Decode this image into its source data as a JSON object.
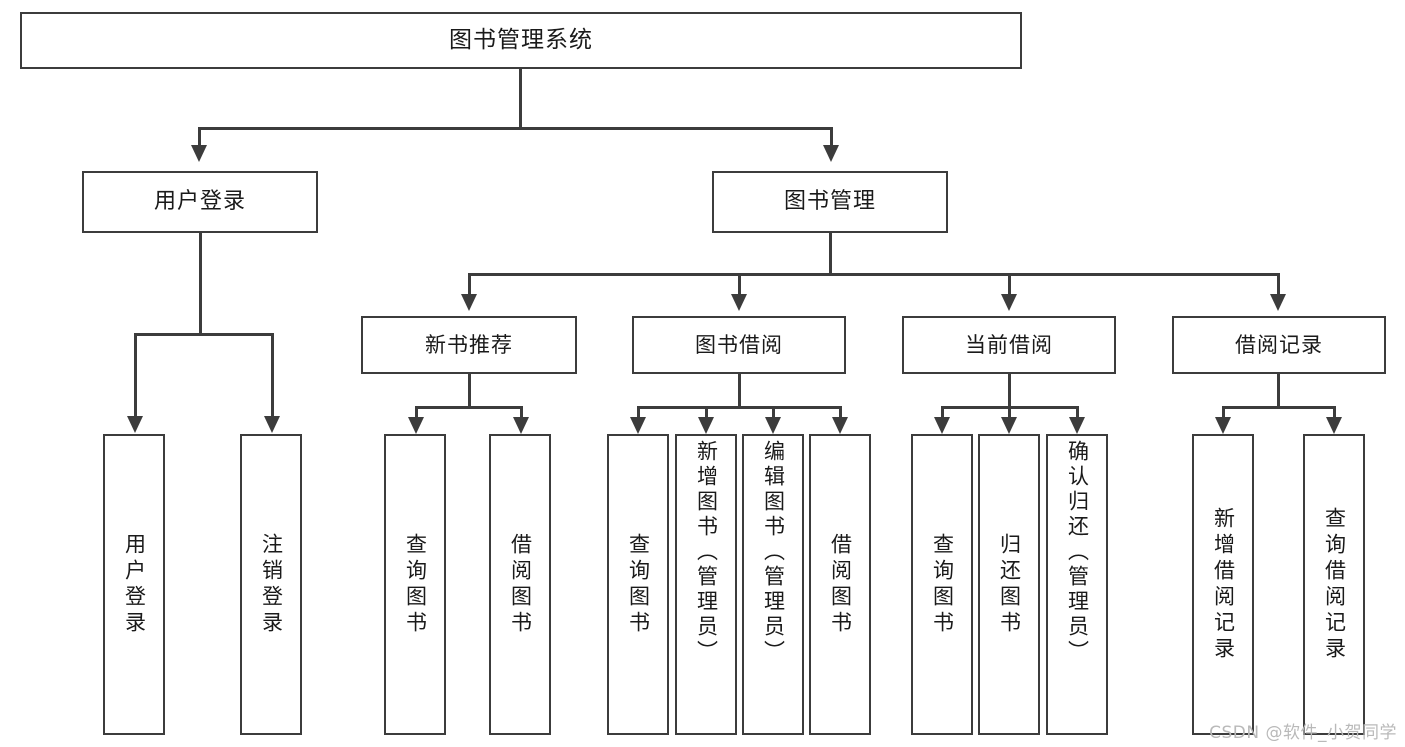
{
  "diagram": {
    "title": "图书管理系统",
    "type": "tree",
    "root": {
      "label": "图书管理系统"
    },
    "level2": [
      {
        "label": "用户登录"
      },
      {
        "label": "图书管理"
      }
    ],
    "level3": [
      {
        "label": "新书推荐"
      },
      {
        "label": "图书借阅"
      },
      {
        "label": "当前借阅"
      },
      {
        "label": "借阅记录"
      }
    ],
    "leaves": {
      "user_login": [
        {
          "label": "用户登录"
        },
        {
          "label": "注销登录"
        }
      ],
      "new_book_recommend": [
        {
          "label": "查询图书"
        },
        {
          "label": "借阅图书"
        }
      ],
      "book_borrow": [
        {
          "label": "查询图书"
        },
        {
          "label": "新增图书（管理员）"
        },
        {
          "label": "编辑图书（管理员）"
        },
        {
          "label": "借阅图书"
        }
      ],
      "current_borrow": [
        {
          "label": "查询图书"
        },
        {
          "label": "归还图书"
        },
        {
          "label": "确认归还（管理员）"
        }
      ],
      "borrow_record": [
        {
          "label": "新增借阅记录"
        },
        {
          "label": "查询借阅记录"
        }
      ]
    }
  },
  "watermark": {
    "text": "CSDN @软件_小贺同学"
  },
  "colors": {
    "stroke": "#3c3c3c",
    "background": "#ffffff",
    "text": "#1a1a1a",
    "watermark": "#b9b9b9"
  }
}
